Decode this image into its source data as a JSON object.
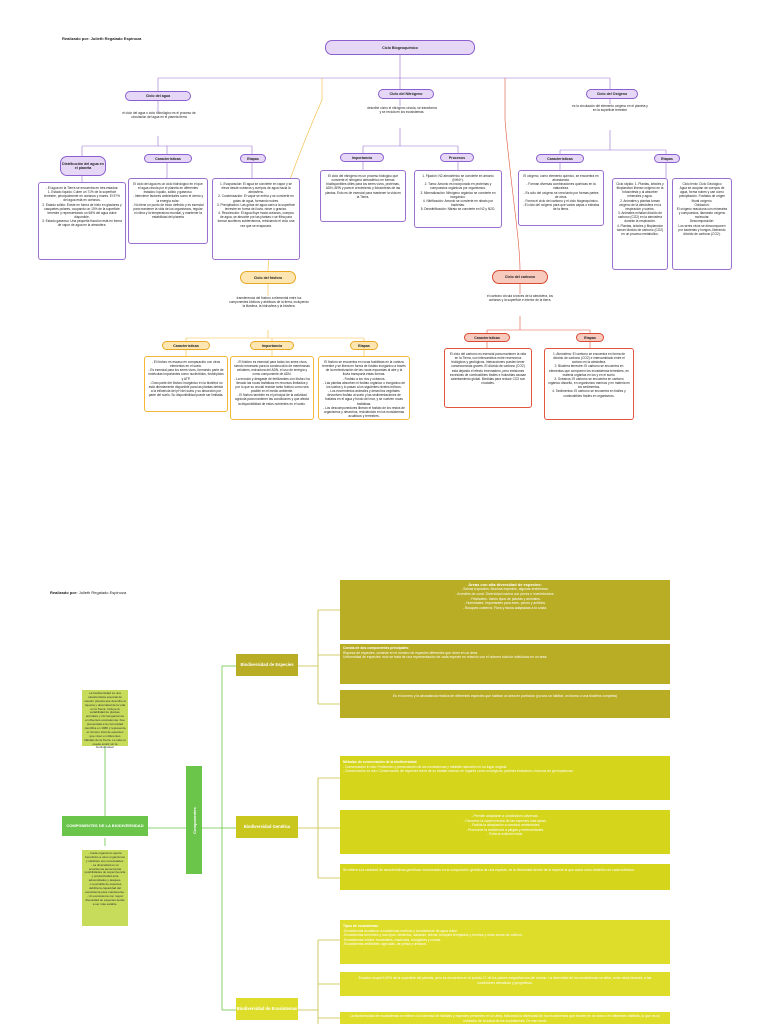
{
  "page1": {
    "author": "Realizado por: Julieth Regalado Espinoza",
    "root": "Ciclo Biogeoquímico",
    "agua": {
      "title": "Ciclo del agua",
      "desc": "el ciclo del agua o ciclo hidrológico es el proceso de circulación del agua en el planeta tierra",
      "dist": "Distribución del agua en el planeta",
      "caract": "Características",
      "etapas": "Etapas",
      "dist_text": "- El agua en la Tierra se encuentra en tres estados:\n1. Estado líquido: Cubre un 71% de la superficie terrestre, principalmente en océanos y mares. El 97% del agua está en océanos.\n2. Estado sólido: Existe en forma de hielo en glaciares y casquetes polares, ocupando un 10% de la superficie terrestre y representando un 68% del agua dulce disponible.\n3. Estado gaseoso: Una pequeña fracción está en forma de vapor de agua en la atmósfera.",
      "caract_text": "El ciclo del agua es un ciclo hidrológico en el que el agua circula por el planeta en diferentes estados: líquido, sólido y gaseoso.\n- Interviene factores ambientales como el viento y la energía solar.\n- No tiene un punto de inicio definido y es esencial para mantener la vida de los organismos, regular el clima y la temperatura mundial, y mantener la estabilidad del planeta",
      "etapas_text": "1. Evaporación: El agua se convierte en vapor y se eleva desde océanos y cuerpos de agua hacia la atmósfera.\n2. Condensación: El vapor se enfría y se convierte en gotas de agua, formando nubes.\n3. Precipitación: Las gotas de agua caen a la superficie terrestre en forma de lluvia, nieve o granizo.\n4. Recolección: El agua fluye hacia océanos, cuerpos de agua, se absorbe por las plantas o se filtra para formar acuíferos subterráneos, reiniciando el ciclo una vez que se evaporará."
    },
    "nitrogeno": {
      "title": "Ciclo del Nitrógeno",
      "desc": "describe cómo el nitrógeno circula, se transforma y se recicla en los ecosistemas.",
      "imp": "Importancia",
      "proc": "Procesos",
      "imp_text": "El ciclo del nitrógeno es un proceso biológico que convierte el nitrógeno atmosférico en formas biodisponibles útiles para los seres vivos, proteínas, ADN, ARN y para el crecimiento y fotosíntesis de las plantas. Esto es de esencial para mantener la vida en la Tierra.",
      "proc_text": "1. Fijación: N2 atmosférico se convierte en amonio (NH4+).\n2. Toma: Amonio es incorporado en proteínas y compuestos orgánicos por organismos.\n3. Mineralización: Nitrógeno orgánico se convierte en inorgánico.\n4. Nitrificación: Amonio se convierte en nitrato por bacterias.\n5. Desnitrificación: Nitrato se convierte en N2 y N2O."
    },
    "oxigeno": {
      "title": "Ciclo del Oxígeno",
      "desc": "es la circulación del elemento oxígeno en el planeta y en la superficie terrestre",
      "caract": "Características",
      "etapas": "Etapas",
      "caract_text": "El oxígeno, como elemento químico, se encuentra en abundancia.\n- Forman diversas combinaciones químicas en la naturaleza.\n- Es sólo del oxígeno se crea tanto por formas partes de otros.\n- Forma el ciclo del carbono y el ciclo biogeoquímico.\n- El ciclo del oxígeno para que varios capas o estratos de la tierra.",
      "etapa1": "Ciclo rápido: 1. Plantas, árboles y fitoplancton liberan oxígeno en la fotosíntesis y al absorber minerales y agua.\n2. Animales y plantas toman oxígeno de la atmósfera en la respiración y suelos.\n3. Animales exhalan dióxido de carbono (CO2) en la atmósfera durante la respiración.\n4. Plantas, árboles y fitoplancton toman dióxido de carbono (CO2) en un proceso metabólico.",
      "etapa2": "Ciclo lento: Ciclo Geológico\nAgua se acoplan de cuerpos de agua, forma nubes y cae como precipitación. Fosfatos de origen litoral oxígeno.\nOxidación:\nEl oxígeno reacciona con minerales y compuestos, llamando oxígeno molecular.\nDescomposición:\nLos seres vivos se descomponen por bacterias y hongos, liberando dióxido de carbono (CO2)."
    },
    "fosforo": {
      "title": "Ciclo del fósforo",
      "desc": "transferencia del fósforo a elemental entre los componentes bióticos y abióticos de la tierra, incluyendo la litosfera, la hidrosfera y la biósfera.",
      "caract": "Características",
      "imp": "Importancia",
      "etapas": "Etapas",
      "caract_text": "- El fósforo es escaso en comparación con otros elementos en el suelo.\n- Es esencial para los seres vivos, formando parte de moléculas importantes como nucleótidos, fosfolípidos y ATP.\n- Gran parte del fósforo inorgánico en la biosfera no está directamente disponible para las plantas debido a la influencia del pH del suelo y su absorción por parte del suelo. Su disponibilidad puede ser limitada.",
      "imp_text": "- El fósforo es esencial para todos los seres vivos, siendo necesario para la construcción de membranas celulares, estructura del ADN, el uso de energía y como componente de ADN.\n- La erosión y desgaste de fertilizantes con fósforo ha llevado las rocas fosfáticas en recursos limitados y por lo que su crucial reciclar tanto fósforo como sea posible en el medio ambiente.\n- El fósforo también es el principal de la actividad agrícola para mantener las condiciones y que afecta la disponibilidad de estos nutrientes en el suelo.",
      "etapas_text": "El fósforo se encuentra en rocas fosfáticas en la corteza terrestre y se libera en forma de fosfato inorgánico a través de la meteorización de las rocas expuestas al aire y la lluvia transporta estas formas.\n- Fosfato a los ríos y océanos.\n- Las plantas absorben el fosfato orgánico o inorgánico de los suelos y lo pasan a los siguientes niveles tróficos.\n- Los excrementos animales y desechos vegetales devuelven fosfato al suelo y las sedimentaciones de fosfatos en el agua y fondo del mar, y se vuelven rocas fosfáticas.\n- Los descomponedores liberan el fosfato de los restos de organismos y desechos, reciclándolo en los ecosistemas acuáticos y terrestres."
    },
    "carbono": {
      "title": "Ciclo del carbono",
      "desc": "el carbono circula a través de la atmósfera, los océanos y la superficie e interior de la tierra.",
      "caract": "Características",
      "etapas": "Etapas",
      "caract_text": "El ciclo del carbono es esencial para mantener la vida en la Tierra, con intercambios entre reservorios biológicos y geológicos. Interacciones pueden tener consecuencias graves. El dióxido de carbono (CO2) está dejando el efecto invernadero, pero emisiones excesivas de combustibles fósiles e industrias causan calentamiento global. Medidas para reducir CO2 son cruciales.",
      "etapas_text": "1. Atmósfera: El carbono se encuentra en forma de dióxido de carbono (CO2) e intercambiado entre el océano en la atmósfera.\n2. Biosfera terrestre: El carbono se encuentra en elementos que componen los ecosistemas terrestres, en materia orgánica en los y en el suelo.\n3. Océanos: El carbono se encuentra en carbono orgánico disuelto, en organismos marinos y en materia en los sedimentos.\n4. Sedimentos: El carbono se encuentra en fósiles y combustibles fósiles en organismos."
    }
  },
  "page2": {
    "author_label": "Realizado por:",
    "author_name": "Julieth Regalado Espinoza",
    "intro": "La biodiversidad es una característica esencial de nuestro planeta que describe la riqueza y diversidad de la vida en la Tierra. Incluye la variabilidad de plantas, animales y microorganismos en diversos ecosistemas. Fue presentada a la comunidad científica en 1980 y representa el número total de especies que viven en diferentes hábitats de la Tierra. La vida no puede existir sin la biodiversidad.",
    "main": "COMPONENTES DE LA BIODIVERSIDAD",
    "importance": "- Cada organismo aporta beneficios a otros organismos y satisface sus necesidades.\n- La diversidad en un ecosistema aumenta las posibilidades de supervivencia y productividad ante adversidades y ataques.\n- La pérdida de especies debilita la capacidad del ecosistema para mantenerse.\n- Un ecosistema con mayor diversidad de especies tiende a ser más estable.",
    "components": "Componentes",
    "especies": {
      "label": "Biodiversidad de Especies",
      "b1_title": "Áreas con alta diversidad de especies:",
      "b1_items": [
        "- Selvas tropicales: Muchas especies, algunas endémicas.",
        "- Arrecifes de coral: Diversidad marina con peces e invertebrados.",
        "- Pastizales: Varios tipos de plantas y animales.",
        "- Humedales: Importantes para aves, peces y anfibios.",
        "- Bosques costeros: Flora y fauna adaptadas a la costa."
      ],
      "b2_title": "Consta de dos componentes principales:",
      "b2_l1": "Riqueza de especies: consiste en el número de especies diferentes que viven en un área.",
      "b2_l2": "Uniformidad de especies: esto se trata de una representación de cada especie en relación con el número total de individuos en un área.",
      "b3": "Es el número y la abundancia relativa de diferentes especies que habitan un área en particular (ya sea un hábitat, un bioma o una biosfera completa)"
    },
    "genetica": {
      "label": "Biodiversidad Genética",
      "b1_title": "Métodos de conservación de la biodiversidad:",
      "b1_l1": "- Conservación in situ: Protección y preservación de los ecosistemas y hábitats naturales en su lugar original.",
      "b1_l2": "- Conservación ex situ: Conservación de especies fuera de su hábitat natural, en lugares como zoológicos, jardines botánicos o bancos de germoplasma.",
      "b2_items": [
        "- Permite adaptarse a condiciones adversas.",
        "- Favorece la supervivencia de las especies más aptas.",
        "- Facilita la adaptación a cambios ambientales.",
        "- Promueve la resistencia a plagas y enfermedades.",
        "- Evita la extinción total."
      ],
      "b3": "Se refiere a la variedad de características genéticas involucradas en la composición genética de una especie, es la diversidad dentro de la especie la que actúa como distintivo de cada individuo."
    },
    "ecosistemas": {
      "label": "Biodiversidad de Ecosistemas",
      "b1_title": "Tipos de ecosistemas",
      "b1_items": [
        "-Ecosistemas acuáticos: ecosistemas marinos y ecosistemas de agua dulce",
        "-Ecosistemas terrestres y sus tipos: desiertos, sabanas, selvas, bosques templados y tundras y otras zonas de cultivos.",
        "-Ecosistemas mixtos: humedales, marismas, manglares y costas.",
        "-Ecosistemas artificiales: agrícolas, de presa y urbanos."
      ],
      "b2": "Ecuador ocupa 0.02% de la superficie del planeta, pero se encuentra en el puesto 17 de los países megadiversos del mundo. La diversidad de los ecosistemas se debe, entre otros factores, a las condiciones climáticas y geográficas.",
      "b3": "La biodiversidad de ecosistemas se refiere a la variedad de hábitats y especies presentes en un área, indicando la diversidad de los ecosistemas que existen en un área o en diferentes hábitats, lo que es un indicador de la salud de los ecosistemas. De ese modo"
    }
  }
}
